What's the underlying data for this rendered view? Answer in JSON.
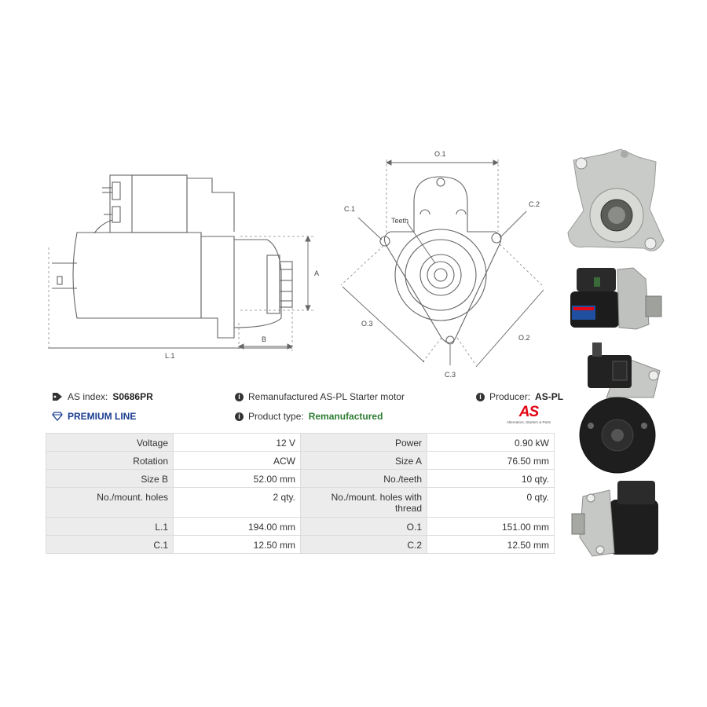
{
  "diagram": {
    "side": {
      "dim_a": "A",
      "dim_b": "B",
      "dim_l1": "L.1"
    },
    "front": {
      "o1": "O.1",
      "o2": "O.2",
      "o3": "O.3",
      "c1": "C.1",
      "c2": "C.2",
      "c3": "C.3",
      "teeth": "Teeth"
    }
  },
  "info": {
    "as_index_label": "AS index:",
    "as_index_value": "S0686PR",
    "premium_line": "PREMIUM LINE",
    "description": "Remanufactured AS-PL Starter motor",
    "product_type_label": "Product type:",
    "product_type_value": "Remanufactured",
    "producer_label": "Producer:",
    "producer_value": "AS-PL",
    "logo_mark": "AS",
    "logo_tagline": "Alternators, Starters & Parts"
  },
  "specs": [
    {
      "l1": "Voltage",
      "v1": "12 V",
      "l2": "Power",
      "v2": "0.90 kW"
    },
    {
      "l1": "Rotation",
      "v1": "ACW",
      "l2": "Size A",
      "v2": "76.50 mm"
    },
    {
      "l1": "Size B",
      "v1": "52.00 mm",
      "l2": "No./teeth",
      "v2": "10 qty."
    },
    {
      "l1": "No./mount. holes",
      "v1": "2 qty.",
      "l2": "No./mount. holes with thread",
      "v2": "0 qty."
    },
    {
      "l1": "L.1",
      "v1": "194.00 mm",
      "l2": "O.1",
      "v2": "151.00 mm"
    },
    {
      "l1": "C.1",
      "v1": "12.50 mm",
      "l2": "C.2",
      "v2": "12.50 mm"
    }
  ],
  "colors": {
    "accent_blue": "#1a3d8f",
    "green": "#2e7d32",
    "logo_red": "#e30613"
  },
  "icons": [
    "tag-icon",
    "diamond-icon",
    "info-icon"
  ]
}
